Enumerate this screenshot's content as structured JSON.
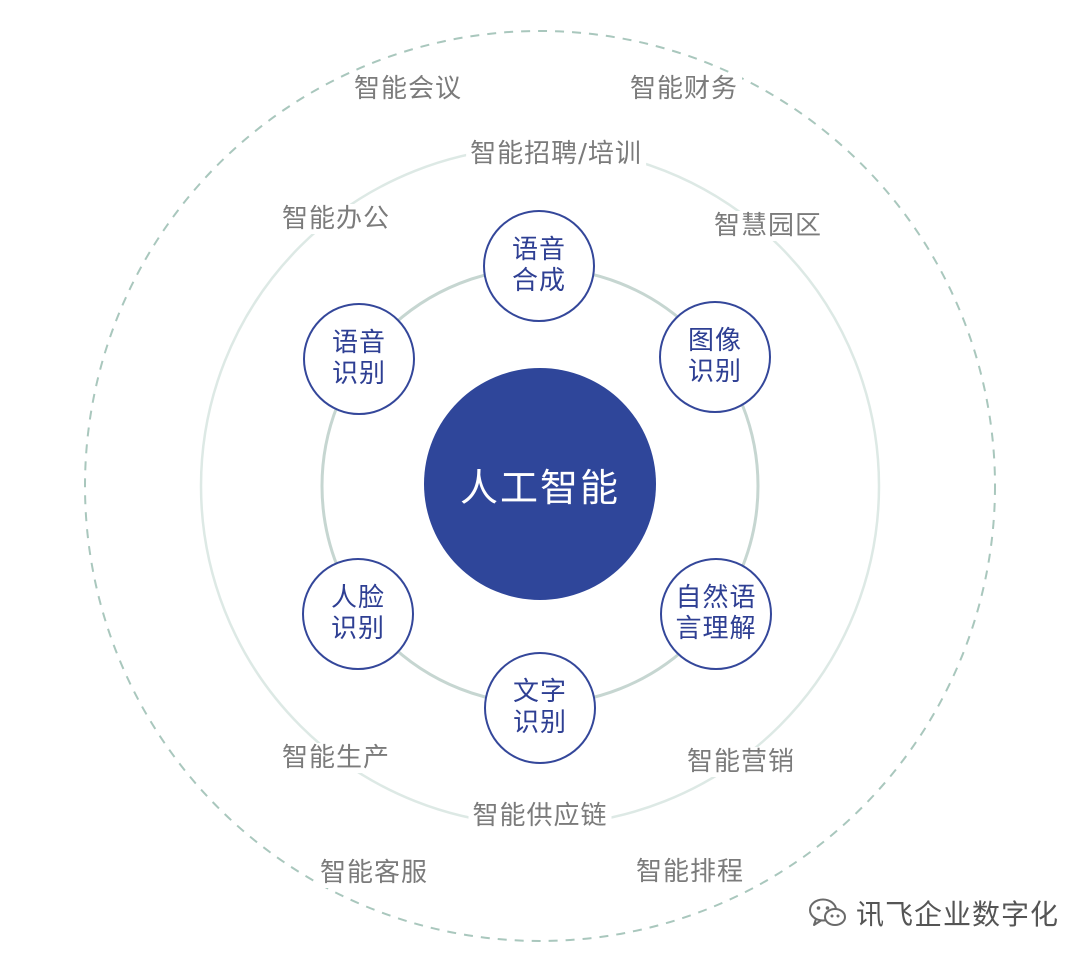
{
  "center": {
    "label": "人工智能",
    "color": "#2f469a"
  },
  "core_nodes": [
    {
      "line1": "语音",
      "line2": "合成"
    },
    {
      "line1": "图像",
      "line2": "识别"
    },
    {
      "line1": "自然语",
      "line2": "言理解"
    },
    {
      "line1": "文字",
      "line2": "识别"
    },
    {
      "line1": "人脸",
      "line2": "识别"
    },
    {
      "line1": "语音",
      "line2": "识别"
    }
  ],
  "inner_ring_labels": [
    "智能招聘/培训",
    "智慧园区",
    "智能营销",
    "智能供应链",
    "智能生产",
    "智能办公"
  ],
  "outer_ring_labels": [
    "智能会议",
    "智能财务",
    "智能排程",
    "智能客服"
  ],
  "watermark": {
    "text": "讯飞企业数字化",
    "icon": "wechat-icon"
  },
  "colors": {
    "node_stroke": "#34479a",
    "ring_line": "#c6d6d1",
    "outer_dash": "#a9c7bd",
    "label": "#7b7b7b"
  }
}
